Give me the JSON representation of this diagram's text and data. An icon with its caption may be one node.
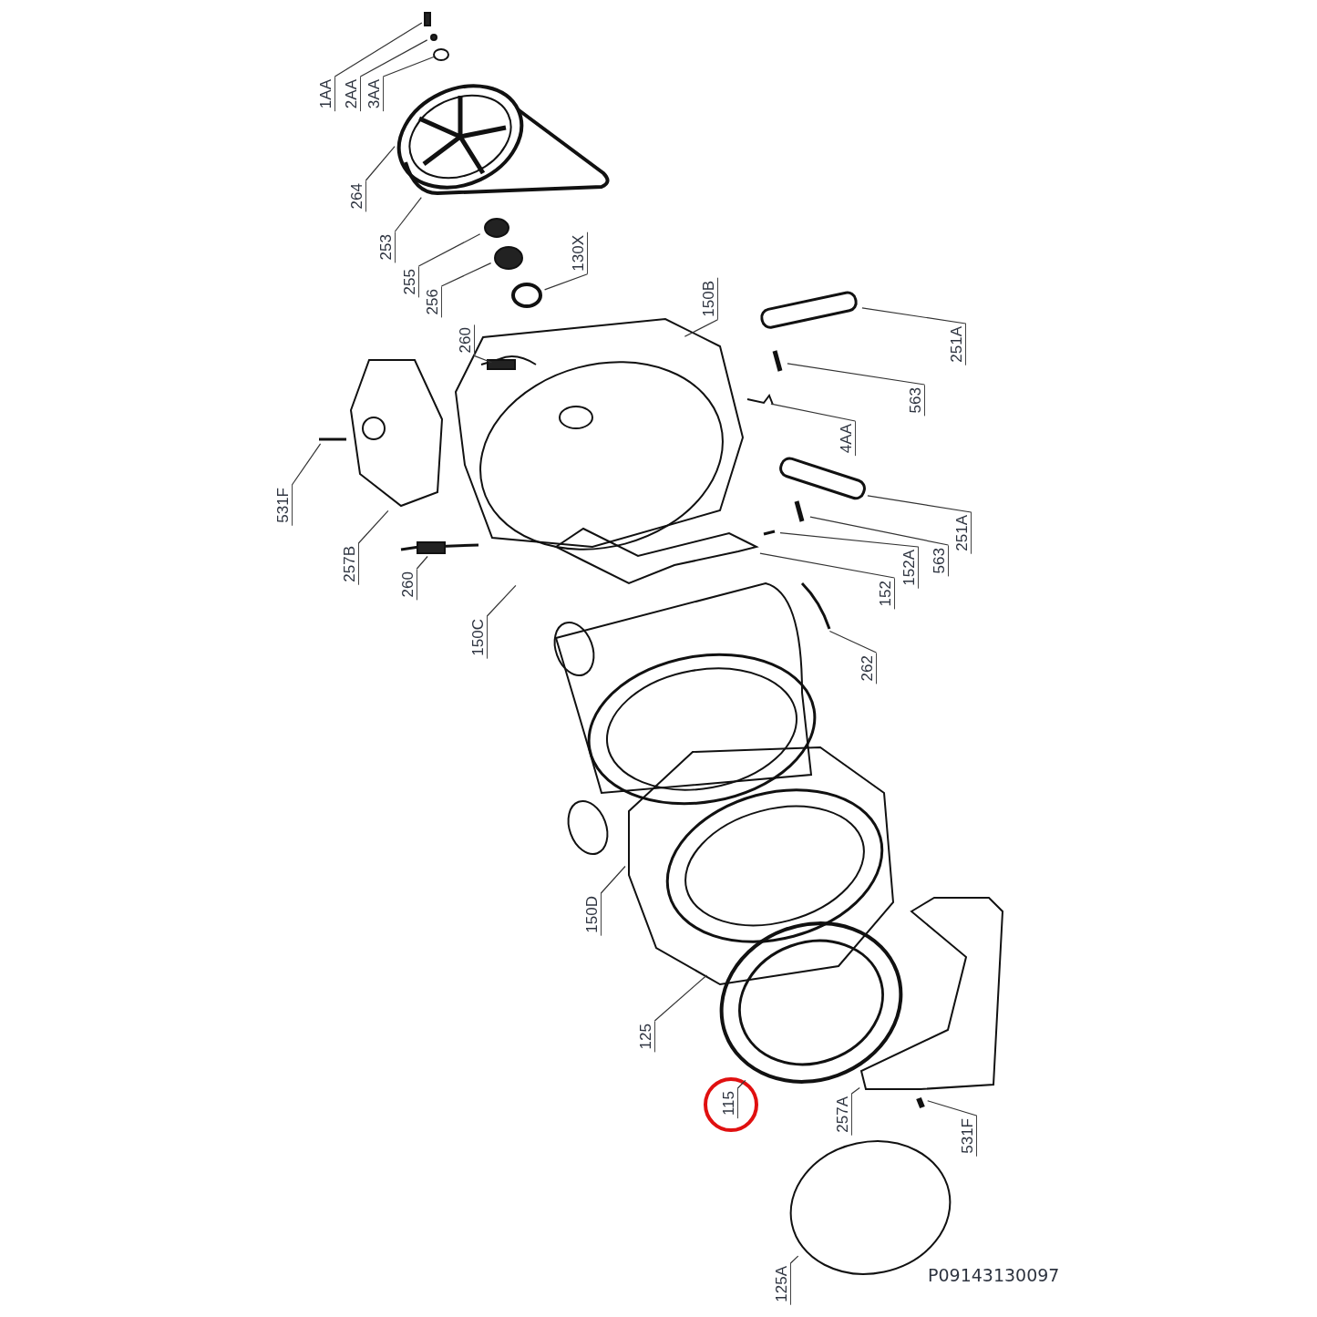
{
  "diagram": {
    "nodes": [
      {
        "text": [
          "1AA"
        ]
      },
      {
        "text": [
          "2AA"
        ]
      },
      {
        "text": [
          "3AA"
        ]
      },
      {
        "text": [
          "264"
        ]
      },
      {
        "text": [
          "253"
        ]
      },
      {
        "text": [
          "255"
        ]
      },
      {
        "text": [
          "256"
        ]
      },
      {
        "text": [
          "130X"
        ]
      },
      {
        "text": [
          "150B"
        ]
      },
      {
        "text": [
          "260"
        ]
      },
      {
        "text": [
          "251A"
        ]
      },
      {
        "text": [
          "563"
        ]
      },
      {
        "text": [
          "4AA"
        ]
      },
      {
        "text": [
          "531F"
        ]
      },
      {
        "text": [
          "251A"
        ]
      },
      {
        "text": [
          "563"
        ]
      },
      {
        "text": [
          "152A"
        ]
      },
      {
        "text": [
          "152"
        ]
      },
      {
        "text": [
          "257B"
        ]
      },
      {
        "text": [
          "260"
        ]
      },
      {
        "text": [
          "150C"
        ]
      },
      {
        "text": [
          "262"
        ]
      },
      {
        "text": [
          "150D"
        ]
      },
      {
        "text": [
          "125"
        ]
      },
      {
        "text": [
          "115"
        ]
      },
      {
        "text": [
          "257A"
        ]
      },
      {
        "text": [
          "531F"
        ]
      },
      {
        "text": [
          "125A"
        ]
      }
    ],
    "edges": [
      {
        "from": 0,
        "to": null,
        "arrow": "none"
      },
      {
        "from": 1,
        "to": null,
        "arrow": "none"
      },
      {
        "from": 2,
        "to": null,
        "arrow": "none"
      },
      {
        "from": 3,
        "to": null,
        "arrow": "none"
      },
      {
        "from": 4,
        "to": null,
        "arrow": "none"
      },
      {
        "from": 5,
        "to": null,
        "arrow": "none"
      },
      {
        "from": 6,
        "to": null,
        "arrow": "none"
      },
      {
        "from": 7,
        "to": null,
        "arrow": "none"
      },
      {
        "from": 8,
        "to": null,
        "arrow": "none"
      },
      {
        "from": 9,
        "to": null,
        "arrow": "none"
      },
      {
        "from": 10,
        "to": null,
        "arrow": "none"
      },
      {
        "from": 11,
        "to": null,
        "arrow": "none"
      },
      {
        "from": 12,
        "to": null,
        "arrow": "none"
      },
      {
        "from": 13,
        "to": null,
        "arrow": "none"
      },
      {
        "from": 14,
        "to": null,
        "arrow": "none"
      },
      {
        "from": 15,
        "to": null,
        "arrow": "none"
      },
      {
        "from": 16,
        "to": null,
        "arrow": "none"
      },
      {
        "from": 17,
        "to": null,
        "arrow": "none"
      },
      {
        "from": 18,
        "to": null,
        "arrow": "none"
      },
      {
        "from": 19,
        "to": null,
        "arrow": "none"
      },
      {
        "from": 20,
        "to": null,
        "arrow": "none"
      },
      {
        "from": 21,
        "to": null,
        "arrow": "none"
      },
      {
        "from": 22,
        "to": null,
        "arrow": "none"
      },
      {
        "from": 23,
        "to": null,
        "arrow": "none"
      },
      {
        "from": 24,
        "to": null,
        "arrow": "none"
      },
      {
        "from": 25,
        "to": null,
        "arrow": "none"
      },
      {
        "from": 26,
        "to": null,
        "arrow": "none"
      },
      {
        "from": 27,
        "to": null,
        "arrow": "none"
      }
    ],
    "labels": [
      "P09143130097"
    ]
  }
}
